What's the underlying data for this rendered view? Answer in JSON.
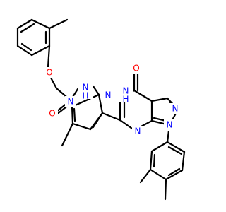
{
  "colors": {
    "bond": "#000000",
    "oxygen": "#ff0000",
    "nitrogen": "#0000ff",
    "background": "#ffffff"
  },
  "labels": {
    "ether_o": "O",
    "amide_o": "O",
    "ketone_o": "O",
    "amide_nh": "N\nH",
    "pyrazole_n1": "N",
    "pyrazole_n2": "N",
    "pyrimidine_nh": "N\nH",
    "pyrimidine_n": "N",
    "fused_pyrazole_n1": "N",
    "fused_pyrazole_n2": "N"
  }
}
